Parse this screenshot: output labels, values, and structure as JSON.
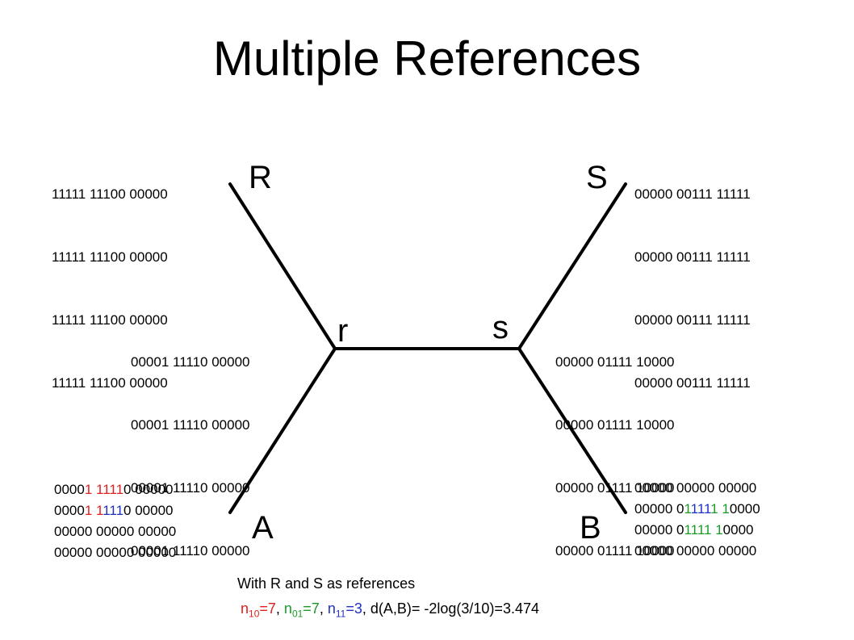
{
  "title": "Multiple References",
  "nodes": {
    "R": "R",
    "S": "S",
    "r": "r",
    "s": "s",
    "A": "A",
    "B": "B"
  },
  "sequences": {
    "R": [
      "11111 11100 00000",
      "11111 11100 00000",
      "11111 11100 00000",
      "11111 11100 00000"
    ],
    "S": [
      "00000 00111 11111",
      "00000 00111 11111",
      "00000 00111 11111",
      "00000 00111 11111"
    ],
    "r": [
      "00001 11110 00000",
      "00001 11110 00000",
      "00001 11110 00000",
      "00001 11110 00000"
    ],
    "s": [
      "00000 01111 10000",
      "00000 01111 10000",
      "00000 01111 10000",
      "00000 01111 10000"
    ],
    "A": [
      [
        [
          "0000",
          "black"
        ],
        [
          "1 1111",
          "red"
        ],
        [
          "0 00000",
          "black"
        ]
      ],
      [
        [
          "0000",
          "black"
        ],
        [
          "1 1",
          "red"
        ],
        [
          "111",
          "blue"
        ],
        [
          "0 00000",
          "black"
        ]
      ],
      [
        [
          "00000 00000 00000",
          "black"
        ]
      ],
      [
        [
          "00000 00000 00000",
          "black"
        ]
      ]
    ],
    "B": [
      [
        [
          "00000 00000 00000",
          "black"
        ]
      ],
      [
        [
          "00000 0",
          "black"
        ],
        [
          "1",
          "green"
        ],
        [
          "111",
          "blue"
        ],
        [
          "1 1",
          "green"
        ],
        [
          "0000",
          "black"
        ]
      ],
      [
        [
          "00000 0",
          "black"
        ],
        [
          "1111 1",
          "green"
        ],
        [
          "0000",
          "black"
        ]
      ],
      [
        [
          "00000 00000 00000",
          "black"
        ]
      ]
    ]
  },
  "caption": {
    "line1": "With R and S as references",
    "n10_label": "n",
    "n10_sub": "10",
    "n10_val": "=7",
    "sep1": ", ",
    "n01_label": "n",
    "n01_sub": "01",
    "n01_val": "=7",
    "sep2": ", ",
    "n11_label": "n",
    "n11_sub": "11",
    "n11_val": "=3",
    "tail": ", d(A,B)= -2log(3/10)=3.474"
  },
  "colors": {
    "red": "#e02020",
    "green": "#1a9a2a",
    "blue": "#2030c0",
    "line": "#000000"
  }
}
